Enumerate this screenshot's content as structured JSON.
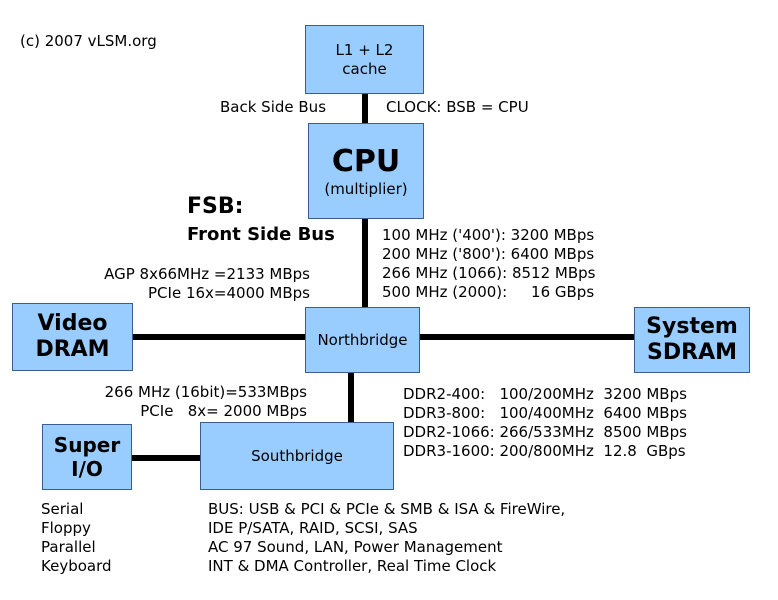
{
  "copyright": "(c) 2007 vLSM.org",
  "cache": {
    "line1": "L1 + L2",
    "line2": "cache"
  },
  "bsb": {
    "label": "Back Side Bus",
    "clock": "CLOCK: BSB = CPU"
  },
  "cpu": {
    "title": "CPU",
    "subtitle": "(multiplier)"
  },
  "fsb": {
    "title": "FSB:",
    "subtitle": "Front Side Bus",
    "speeds": [
      "100 MHz ('400'): 3200 MBps",
      "200 MHz ('800'): 6400 MBps",
      "266 MHz (1066): 8512 MBps",
      "500 MHz (2000):     16 GBps"
    ]
  },
  "video_bus": [
    "AGP 8x66MHz =2133 MBps",
    "PCIe 16x=4000 MBps"
  ],
  "video": {
    "line1": "Video",
    "line2": "DRAM"
  },
  "northbridge": "Northbridge",
  "sdram": {
    "line1": "System",
    "line2": "SDRAM"
  },
  "south_bus": [
    "266 MHz (16bit)=533MBps",
    "PCIe   8x= 2000 MBps"
  ],
  "memory_specs": [
    "DDR2-400:   100/200MHz  3200 MBps",
    "DDR3-800:   100/400MHz  6400 MBps",
    "DDR2-1066: 266/533MHz  8500 MBps",
    "DDR3-1600: 200/800MHz  12.8  GBps"
  ],
  "superio": {
    "line1": "Super",
    "line2": "I/O"
  },
  "southbridge": "Southbridge",
  "superio_devices": [
    "Serial",
    "Floppy",
    "Parallel",
    "Keyboard"
  ],
  "southbridge_features": [
    "BUS: USB & PCI & PCIe & SMB & ISA & FireWire,",
    "IDE P/SATA, RAID, SCSI, SAS",
    "AC 97 Sound, LAN, Power Management",
    "INT & DMA Controller, Real Time Clock"
  ],
  "colors": {
    "box_fill": "#99ccff",
    "line": "#000000"
  }
}
